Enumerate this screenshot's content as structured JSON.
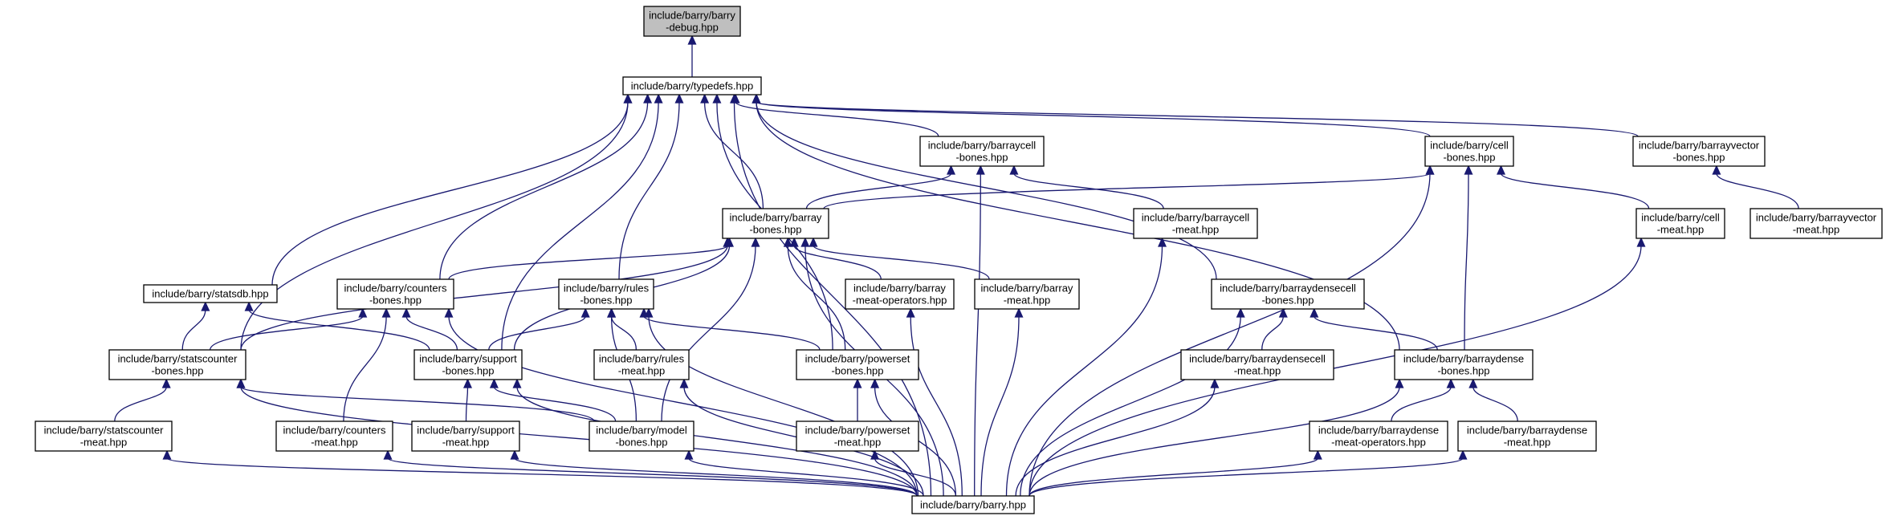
{
  "nodes": [
    {
      "id": "debug",
      "lines": [
        "include/barry/barry",
        "-debug.hpp"
      ],
      "highlight": true
    },
    {
      "id": "typedefs",
      "lines": [
        "include/barry/typedefs.hpp"
      ]
    },
    {
      "id": "barraycell_bones",
      "lines": [
        "include/barry/barraycell",
        "-bones.hpp"
      ]
    },
    {
      "id": "cell_bones",
      "lines": [
        "include/barry/cell",
        "-bones.hpp"
      ]
    },
    {
      "id": "barrayvector_bones",
      "lines": [
        "include/barry/barrayvector",
        "-bones.hpp"
      ]
    },
    {
      "id": "barray_bones",
      "lines": [
        "include/barry/barray",
        "-bones.hpp"
      ]
    },
    {
      "id": "barraycell_meat",
      "lines": [
        "include/barry/barraycell",
        "-meat.hpp"
      ]
    },
    {
      "id": "cell_meat",
      "lines": [
        "include/barry/cell",
        "-meat.hpp"
      ]
    },
    {
      "id": "barrayvector_meat",
      "lines": [
        "include/barry/barrayvector",
        "-meat.hpp"
      ]
    },
    {
      "id": "statsdb",
      "lines": [
        "include/barry/statsdb.hpp"
      ]
    },
    {
      "id": "counters_bones",
      "lines": [
        "include/barry/counters",
        "-bones.hpp"
      ]
    },
    {
      "id": "rules_bones",
      "lines": [
        "include/barry/rules",
        "-bones.hpp"
      ]
    },
    {
      "id": "barray_meat_ops",
      "lines": [
        "include/barry/barray",
        "-meat-operators.hpp"
      ]
    },
    {
      "id": "barray_meat",
      "lines": [
        "include/barry/barray",
        "-meat.hpp"
      ]
    },
    {
      "id": "barraydensecell_bones",
      "lines": [
        "include/barry/barraydensecell",
        "-bones.hpp"
      ]
    },
    {
      "id": "statscounter_bones",
      "lines": [
        "include/barry/statscounter",
        "-bones.hpp"
      ]
    },
    {
      "id": "support_bones",
      "lines": [
        "include/barry/support",
        "-bones.hpp"
      ]
    },
    {
      "id": "rules_meat",
      "lines": [
        "include/barry/rules",
        "-meat.hpp"
      ]
    },
    {
      "id": "powerset_bones",
      "lines": [
        "include/barry/powerset",
        "-bones.hpp"
      ]
    },
    {
      "id": "barraydensecell_meat",
      "lines": [
        "include/barry/barraydensecell",
        "-meat.hpp"
      ]
    },
    {
      "id": "barraydense_bones",
      "lines": [
        "include/barry/barraydense",
        "-bones.hpp"
      ]
    },
    {
      "id": "statscounter_meat",
      "lines": [
        "include/barry/statscounter",
        "-meat.hpp"
      ]
    },
    {
      "id": "counters_meat",
      "lines": [
        "include/barry/counters",
        "-meat.hpp"
      ]
    },
    {
      "id": "support_meat",
      "lines": [
        "include/barry/support",
        "-meat.hpp"
      ]
    },
    {
      "id": "model_bones",
      "lines": [
        "include/barry/model",
        "-bones.hpp"
      ]
    },
    {
      "id": "powerset_meat",
      "lines": [
        "include/barry/powerset",
        "-meat.hpp"
      ]
    },
    {
      "id": "barraydense_meat_ops",
      "lines": [
        "include/barry/barraydense",
        "-meat-operators.hpp"
      ]
    },
    {
      "id": "barraydense_meat",
      "lines": [
        "include/barry/barraydense",
        "-meat.hpp"
      ]
    },
    {
      "id": "barry",
      "lines": [
        "include/barry/barry.hpp"
      ]
    }
  ],
  "edges": [
    [
      "typedefs",
      "debug"
    ],
    [
      "barry",
      "typedefs"
    ],
    [
      "barraycell_bones",
      "typedefs"
    ],
    [
      "cell_bones",
      "typedefs"
    ],
    [
      "barrayvector_bones",
      "typedefs"
    ],
    [
      "barray_bones",
      "typedefs"
    ],
    [
      "statsdb",
      "typedefs"
    ],
    [
      "counters_bones",
      "typedefs"
    ],
    [
      "rules_bones",
      "typedefs"
    ],
    [
      "statscounter_bones",
      "typedefs"
    ],
    [
      "support_bones",
      "typedefs"
    ],
    [
      "powerset_bones",
      "typedefs"
    ],
    [
      "barraydensecell_bones",
      "typedefs"
    ],
    [
      "barraydense_bones",
      "typedefs"
    ],
    [
      "barray_bones",
      "barraycell_bones"
    ],
    [
      "barraycell_meat",
      "barraycell_bones"
    ],
    [
      "barry",
      "barraycell_bones"
    ],
    [
      "barray_bones",
      "cell_bones"
    ],
    [
      "cell_meat",
      "cell_bones"
    ],
    [
      "barraydense_bones",
      "cell_bones"
    ],
    [
      "barry",
      "cell_bones"
    ],
    [
      "barrayvector_meat",
      "barrayvector_bones"
    ],
    [
      "counters_bones",
      "barray_bones"
    ],
    [
      "barray_meat_ops",
      "barray_bones"
    ],
    [
      "barray_meat",
      "barray_bones"
    ],
    [
      "statscounter_bones",
      "barray_bones"
    ],
    [
      "support_bones",
      "barray_bones"
    ],
    [
      "powerset_bones",
      "barray_bones"
    ],
    [
      "model_bones",
      "barray_bones"
    ],
    [
      "barry",
      "barray_bones"
    ],
    [
      "barry",
      "barraycell_meat"
    ],
    [
      "barry",
      "cell_meat"
    ],
    [
      "statscounter_bones",
      "statsdb"
    ],
    [
      "support_bones",
      "statsdb"
    ],
    [
      "statscounter_bones",
      "counters_bones"
    ],
    [
      "support_bones",
      "counters_bones"
    ],
    [
      "counters_meat",
      "counters_bones"
    ],
    [
      "barry",
      "counters_bones"
    ],
    [
      "support_bones",
      "rules_bones"
    ],
    [
      "rules_meat",
      "rules_bones"
    ],
    [
      "powerset_bones",
      "rules_bones"
    ],
    [
      "model_bones",
      "rules_bones"
    ],
    [
      "barry",
      "rules_bones"
    ],
    [
      "barry",
      "barray_meat_ops"
    ],
    [
      "barry",
      "barray_meat"
    ],
    [
      "barraydensecell_meat",
      "barraydensecell_bones"
    ],
    [
      "barraydense_bones",
      "barraydensecell_bones"
    ],
    [
      "barry",
      "barraydensecell_bones"
    ],
    [
      "statscounter_meat",
      "statscounter_bones"
    ],
    [
      "model_bones",
      "statscounter_bones"
    ],
    [
      "barry",
      "statscounter_bones"
    ],
    [
      "support_meat",
      "support_bones"
    ],
    [
      "model_bones",
      "support_bones"
    ],
    [
      "barry",
      "support_bones"
    ],
    [
      "barry",
      "rules_meat"
    ],
    [
      "powerset_meat",
      "powerset_bones"
    ],
    [
      "barry",
      "powerset_bones"
    ],
    [
      "barry",
      "barraydensecell_meat"
    ],
    [
      "barraydense_meat_ops",
      "barraydense_bones"
    ],
    [
      "barraydense_meat",
      "barraydense_bones"
    ],
    [
      "barry",
      "barraydense_bones"
    ],
    [
      "barry",
      "statscounter_meat"
    ],
    [
      "barry",
      "counters_meat"
    ],
    [
      "barry",
      "support_meat"
    ],
    [
      "barry",
      "model_bones"
    ],
    [
      "barry",
      "powerset_meat"
    ],
    [
      "barry",
      "barraydense_meat_ops"
    ],
    [
      "barry",
      "barraydense_meat"
    ]
  ]
}
